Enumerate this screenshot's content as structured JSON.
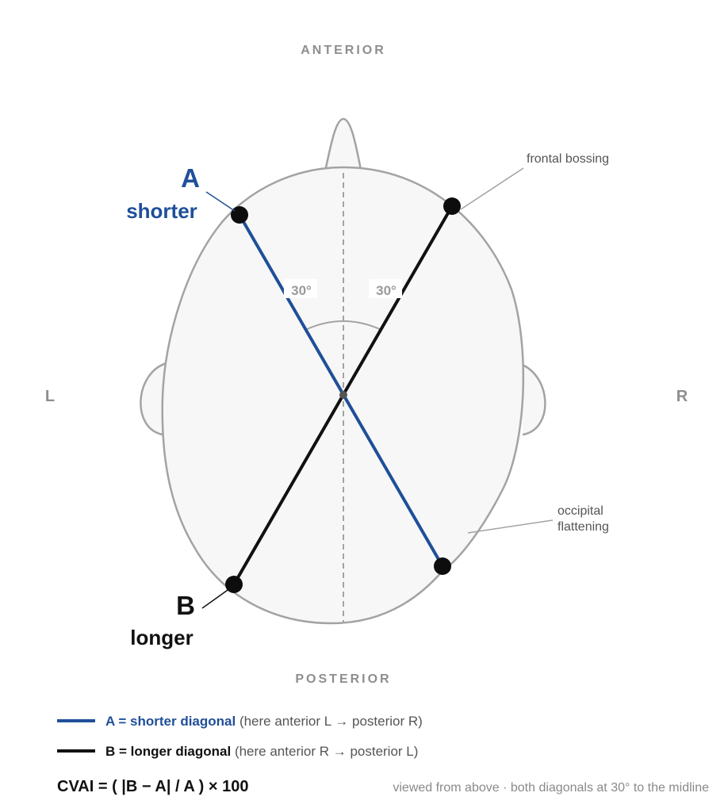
{
  "orientation": {
    "anterior": "ANTERIOR",
    "posterior": "POSTERIOR",
    "left": "L",
    "right": "R"
  },
  "diagonal_a": {
    "letter": "A",
    "label": "shorter",
    "color": "#1f4f99"
  },
  "diagonal_b": {
    "letter": "B",
    "label": "longer",
    "color": "#111111"
  },
  "angles": {
    "left": "30°",
    "right": "30°"
  },
  "annotations": {
    "frontal": "frontal bossing",
    "occipital_line1": "occipital",
    "occipital_line2": "flattening"
  },
  "legend": {
    "a_bold": "A = shorter diagonal",
    "a_note": " (here anterior L → posterior R)",
    "b_bold": "B = longer diagonal",
    "b_note": " (here anterior R → posterior L)"
  },
  "formula": "CVAI = ( |B − A| / A ) × 100",
  "footnote": "viewed from above · both diagonals at 30° to the midline",
  "colors": {
    "head_fill": "#f7f7f7",
    "head_stroke": "#a3a3a3",
    "midline": "#a3a3a3",
    "annotation_line": "#a3a3a3"
  }
}
